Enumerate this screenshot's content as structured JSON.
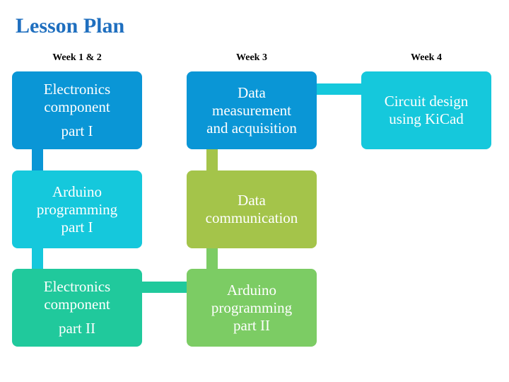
{
  "title": "Lesson Plan",
  "weeks": [
    "Week 1 & 2",
    "Week 3",
    "Week 4"
  ],
  "boxes": {
    "electronics_1": {
      "lines": [
        "Electronics",
        "component",
        "part I"
      ],
      "color": "#0a96d6"
    },
    "arduino_1": {
      "lines": [
        "Arduino",
        "programming",
        "part I"
      ],
      "color": "#15c8dc"
    },
    "electronics_2": {
      "lines": [
        "Electronics",
        "component",
        "part II"
      ],
      "color": "#20c99c"
    },
    "data_measurement": {
      "lines": [
        "Data",
        "measurement",
        "and acquisition"
      ],
      "color": "#0a96d6"
    },
    "data_communication": {
      "lines": [
        "Data",
        "communication"
      ],
      "color": "#a4c44a"
    },
    "arduino_2": {
      "lines": [
        "Arduino",
        "programming",
        "part II"
      ],
      "color": "#7ccc64"
    },
    "circuit_design": {
      "lines": [
        "Circuit design",
        "using KiCad"
      ],
      "color": "#15c8dc"
    }
  },
  "connector_colors": {
    "blue": "#0a96d6",
    "teal": "#15c8dc",
    "green": "#20c99c",
    "olive": "#a4c44a",
    "lightgreen": "#7ccc64"
  }
}
